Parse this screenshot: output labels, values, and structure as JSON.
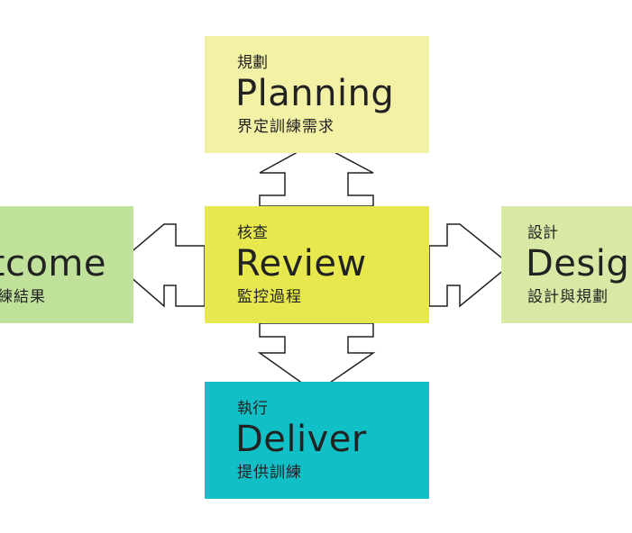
{
  "diagram": {
    "center": {
      "zh_title": "核查",
      "en_title": "Review",
      "zh_desc": "監控過程"
    },
    "top": {
      "zh_title": "規劃",
      "en_title": "Planning",
      "zh_desc": "界定訓練需求"
    },
    "bottom": {
      "zh_title": "執行",
      "en_title": "Deliver",
      "zh_desc": "提供訓練"
    },
    "left": {
      "en_title_visible": "tcome",
      "zh_desc_visible": "練結果"
    },
    "right": {
      "zh_title": "設計",
      "en_title_visible": "Desig",
      "zh_desc": "設計與規劃"
    }
  },
  "colors": {
    "planning": "#f2f1a6",
    "review": "#e6e84e",
    "deliver": "#11bfc6",
    "outcome": "#bfe19a",
    "design": "#d7e9a5",
    "arrow_stroke": "#222222",
    "arrow_fill": "#ffffff"
  }
}
